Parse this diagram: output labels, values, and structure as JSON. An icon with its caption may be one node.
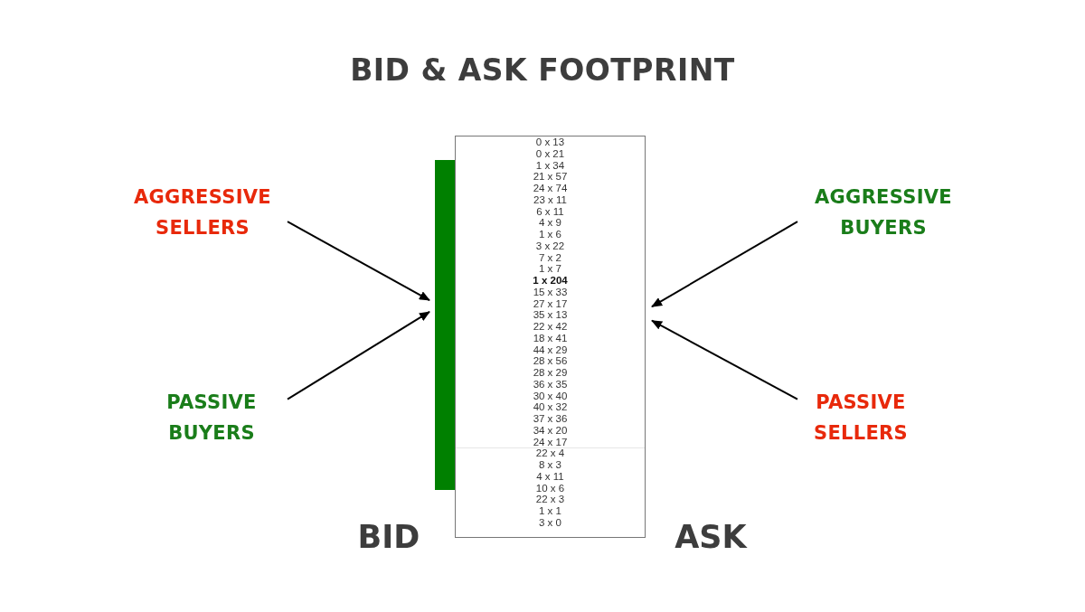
{
  "diagram": {
    "title": "BID & ASK FOOTPRINT",
    "nodes": [
      {
        "text": [
          "AGGRESSIVE SELLERS"
        ]
      },
      {
        "text": [
          "PASSIVE BUYERS"
        ]
      },
      {
        "text": [],
        "shape": "bar"
      },
      {
        "text": [
          "0 x 13",
          "0 x 21",
          "1 x 34",
          "21 x 57",
          "24 x 74",
          "23 x 11",
          "6 x 11",
          "4 x 9",
          "1 x 6",
          "3 x 22",
          "7 x 2",
          "1 x 7",
          "1 x 204",
          "15 x 33",
          "27 x 17",
          "35 x 13",
          "22 x 42",
          "18 x 41",
          "44 x 29",
          "28 x 56",
          "28 x 29",
          "36 x 35",
          "30 x 40",
          "40 x 32",
          "37 x 36",
          "34 x 20",
          "24 x 17",
          "22 x 4",
          "8 x 3",
          "4 x 11",
          "10 x 6",
          "22 x 3",
          "1 x 1",
          "3 x 0"
        ]
      },
      {
        "text": [
          "AGGRESSIVE BUYERS"
        ]
      },
      {
        "text": [
          "PASSIVE SELLERS"
        ]
      }
    ],
    "edges": [
      {
        "from": 0,
        "to": 2,
        "arrow": "to"
      },
      {
        "from": 1,
        "to": 2,
        "arrow": "to"
      },
      {
        "from": 4,
        "to": 3,
        "arrow": "to"
      },
      {
        "from": 5,
        "to": 3,
        "arrow": "to"
      }
    ],
    "labels": [
      "BID",
      "ASK"
    ]
  }
}
